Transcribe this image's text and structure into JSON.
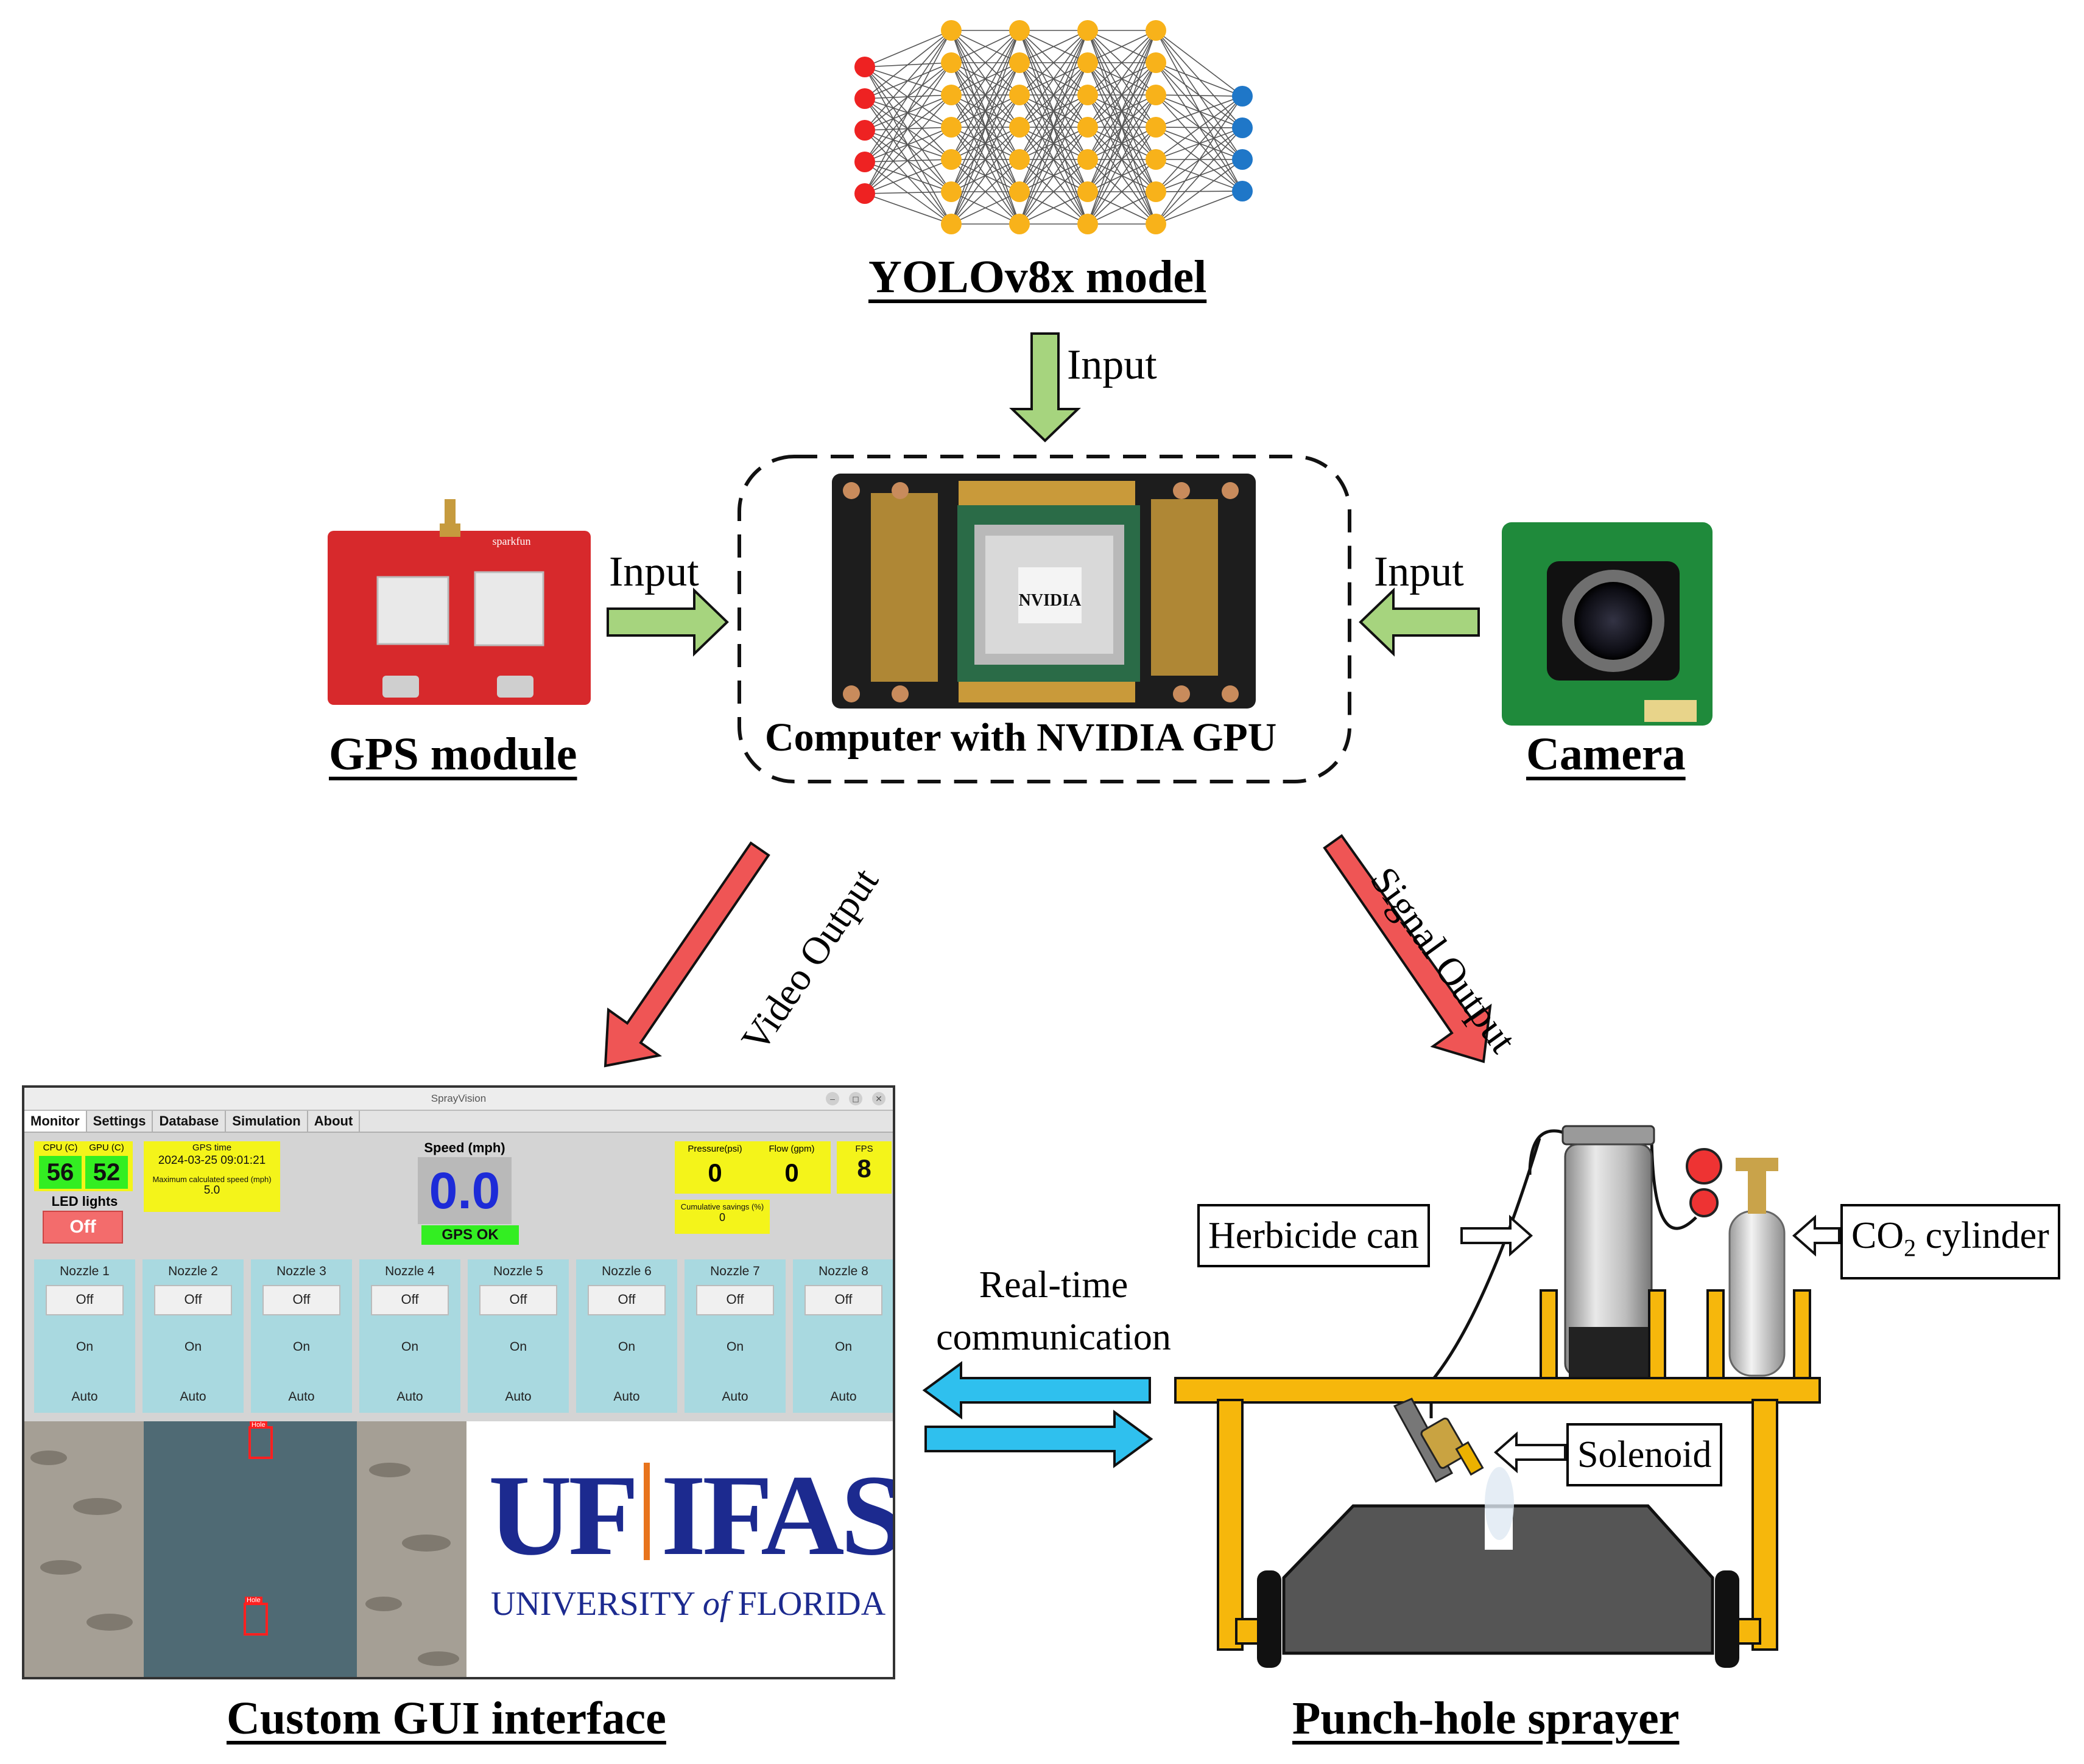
{
  "labels": {
    "yolo": "YOLOv8x model",
    "computer": "Computer with NVIDIA GPU",
    "gps": "GPS module",
    "camera": "Camera",
    "gui": "Custom GUI interface",
    "sprayer": "Punch-hole sprayer",
    "input_top": "Input",
    "input_left": "Input",
    "input_right": "Input",
    "video_output": "Video Output",
    "signal_output": "Signal Output",
    "realtime_line1": "Real-time",
    "realtime_line2": "communication",
    "herbicide": "Herbicide can",
    "co2_pre": "CO",
    "co2_sub": "2",
    "co2_post": " cylinder",
    "solenoid": "Solenoid",
    "nvidia_logo": "NVIDIA",
    "sparkfun_brand": "sparkfun"
  },
  "colors": {
    "input_arrow": "#a6d47e",
    "output_arrow": "#ef5555",
    "comm_arrow": "#2fc0ee",
    "nn_input": "#ee2222",
    "nn_hidden": "#f8b21a",
    "nn_output": "#1f77c8",
    "sprayer_frame": "#f6b70c"
  },
  "gui": {
    "window_title": "SprayVision",
    "tabs": [
      "Monitor",
      "Settings",
      "Database",
      "Simulation",
      "About"
    ],
    "cpu_label": "CPU (C)",
    "cpu_value": "56",
    "gpu_label": "GPU (C)",
    "gpu_value": "52",
    "gps_time_label": "GPS time",
    "gps_time_value": "2024-03-25 09:01:21",
    "max_speed_label": "Maximum calculated speed (mph)",
    "max_speed_value": "5.0",
    "led_label": "LED lights",
    "led_value": "Off",
    "speed_label": "Speed (mph)",
    "speed_value": "0.0",
    "gps_status": "GPS OK",
    "pressure_label": "Pressure(psi)",
    "pressure_value": "0",
    "flow_label": "Flow (gpm)",
    "flow_value": "0",
    "fps_label": "FPS",
    "fps_value": "8",
    "savings_label": "Cumulative savings (%)",
    "savings_value": "0",
    "nozzles": [
      {
        "name": "Nozzle 1",
        "off": "Off",
        "on": "On",
        "auto": "Auto"
      },
      {
        "name": "Nozzle 2",
        "off": "Off",
        "on": "On",
        "auto": "Auto"
      },
      {
        "name": "Nozzle 3",
        "off": "Off",
        "on": "On",
        "auto": "Auto"
      },
      {
        "name": "Nozzle 4",
        "off": "Off",
        "on": "On",
        "auto": "Auto"
      },
      {
        "name": "Nozzle 5",
        "off": "Off",
        "on": "On",
        "auto": "Auto"
      },
      {
        "name": "Nozzle 6",
        "off": "Off",
        "on": "On",
        "auto": "Auto"
      },
      {
        "name": "Nozzle 7",
        "off": "Off",
        "on": "On",
        "auto": "Auto"
      },
      {
        "name": "Nozzle 8",
        "off": "Off",
        "on": "On",
        "auto": "Auto"
      }
    ],
    "detection_label": "Hole",
    "logo_main_left": "UF",
    "logo_main_right": "IFAS",
    "logo_sub_left": "UNIVERSITY ",
    "logo_sub_of": "of",
    "logo_sub_right": " FLORIDA"
  },
  "window_buttons": [
    "–",
    "◻",
    "✕"
  ]
}
